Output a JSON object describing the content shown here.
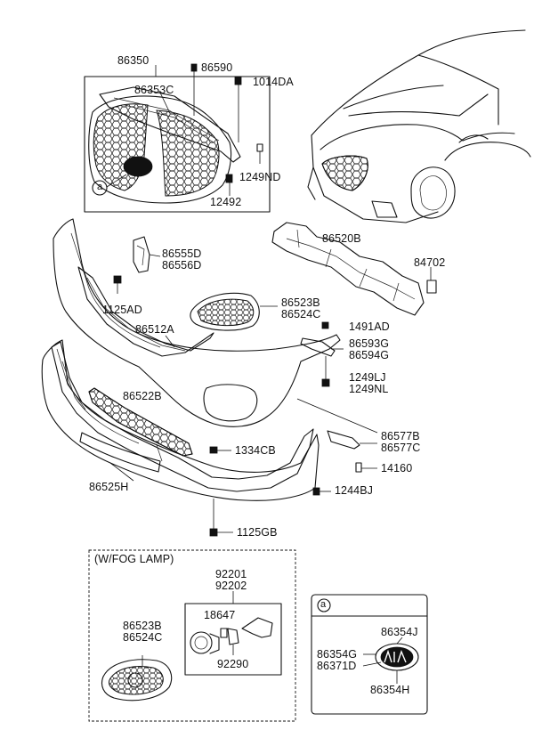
{
  "labels": {
    "p86350": "86350",
    "p86353C": "86353C",
    "p86590": "86590",
    "p1014DA": "1014DA",
    "p1249ND": "1249ND",
    "p12492": "12492",
    "callout_a": "a",
    "p86520B": "86520B",
    "p84702": "84702",
    "p86555D": "86555D",
    "p86556D": "86556D",
    "p1125AD": "1125AD",
    "p86523B": "86523B",
    "p86524C": "86524C",
    "p86512A": "86512A",
    "p1491AD": "1491AD",
    "p86593G": "86593G",
    "p86594G": "86594G",
    "p1249LJ": "1249LJ",
    "p1249NL": "1249NL",
    "p86522B": "86522B",
    "p86577B": "86577B",
    "p86577C": "86577C",
    "p1334CB": "1334CB",
    "p14160": "14160",
    "p86525H": "86525H",
    "p1244BJ": "1244BJ",
    "p1125GB": "1125GB",
    "fog_title": "(W/FOG LAMP)",
    "p92201": "92201",
    "p92202": "92202",
    "p18647": "18647",
    "p92290": "92290",
    "fog_p86523B": "86523B",
    "fog_p86524C": "86524C",
    "emblem_callout": "a",
    "p86354J": "86354J",
    "p86354G": "86354G",
    "p86371D": "86371D",
    "p86354H": "86354H"
  },
  "colors": {
    "line": "#111111",
    "background": "#ffffff"
  }
}
